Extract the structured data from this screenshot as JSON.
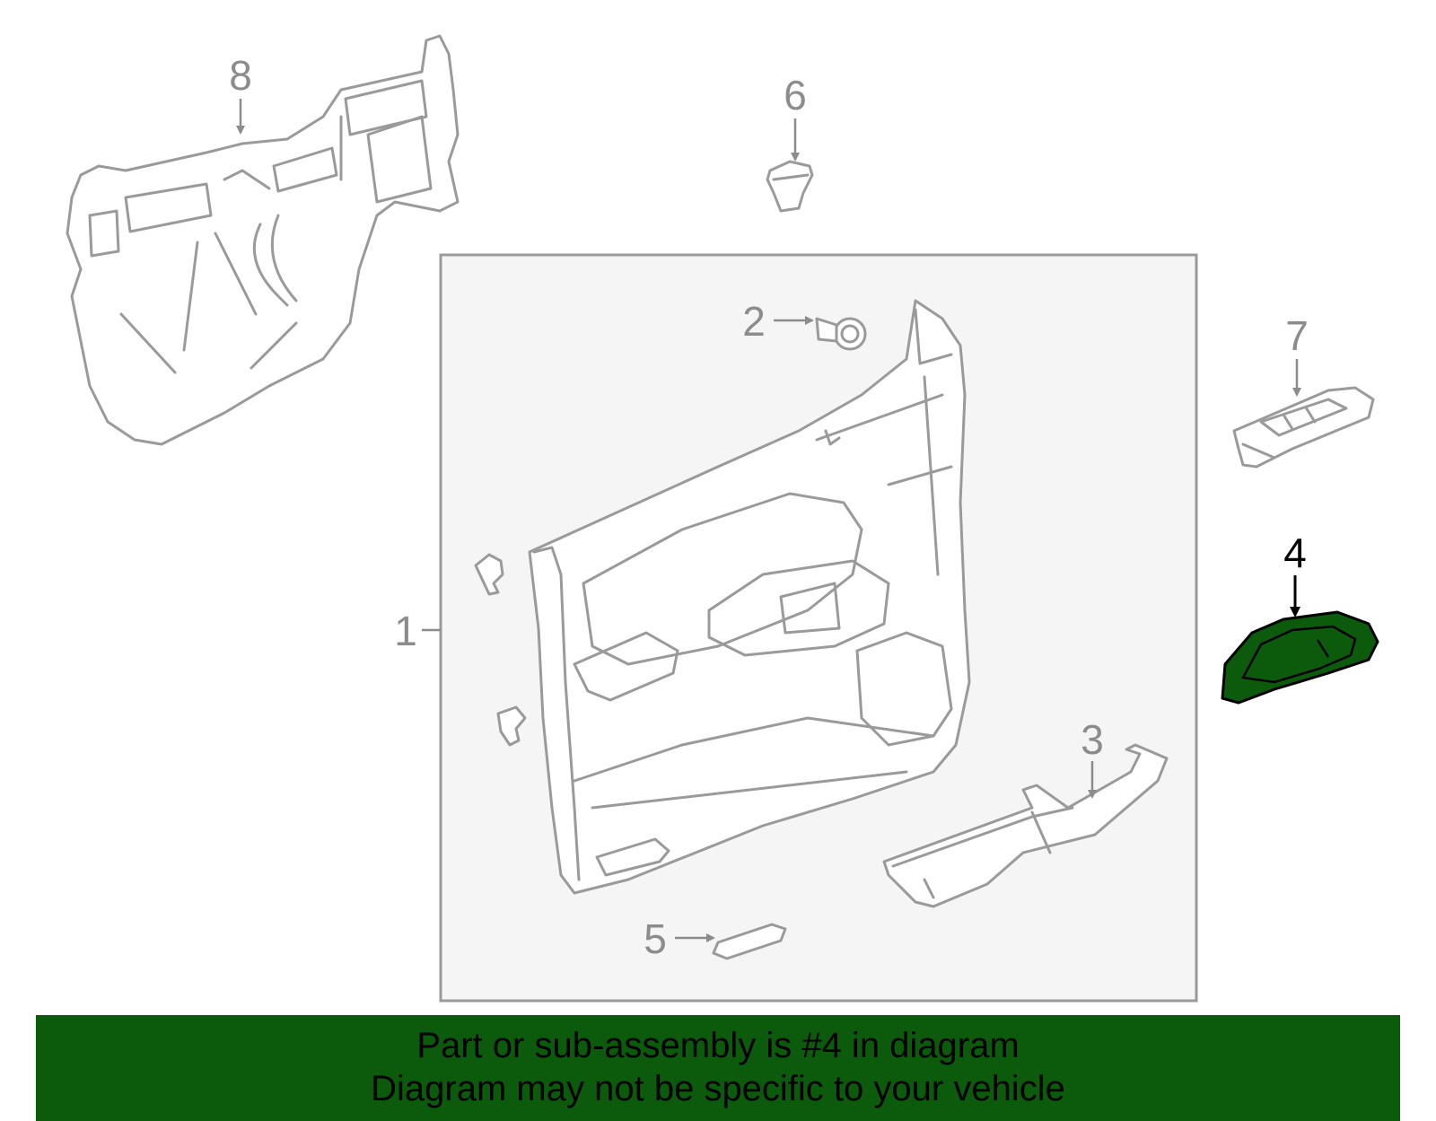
{
  "callouts": {
    "n1": "1",
    "n2": "2",
    "n3": "3",
    "n4": "4",
    "n5": "5",
    "n6": "6",
    "n7": "7",
    "n8": "8"
  },
  "highlighted_part": "4",
  "colors": {
    "highlight_fill": "#0c5a0c",
    "banner_bg": "#0c5a0c",
    "line_gray": "#9a9a9a",
    "box_fill": "#f5f5f5"
  },
  "banner": {
    "line1": "Part or sub-assembly is #4 in diagram",
    "line2": "Diagram may not be specific to your vehicle"
  }
}
